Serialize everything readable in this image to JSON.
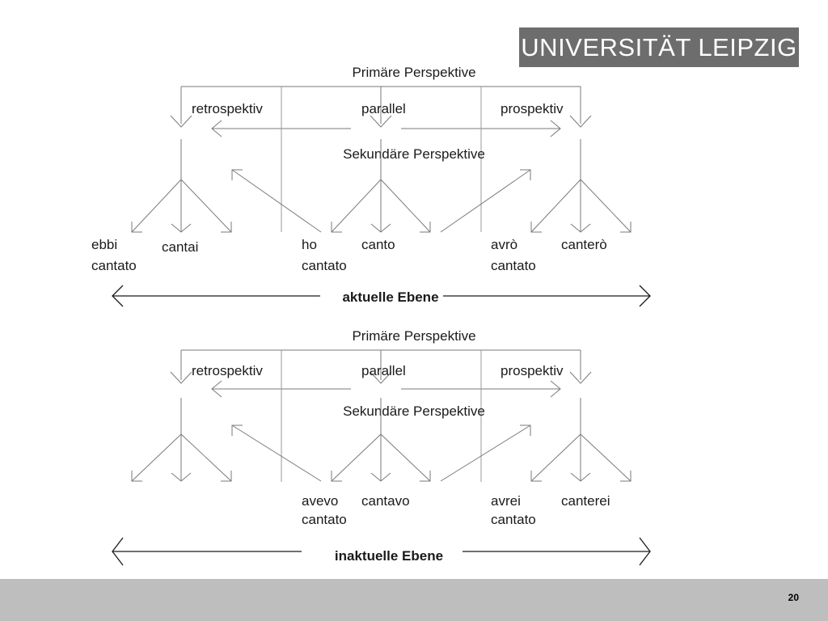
{
  "logo": {
    "text": "UNIVERSITÄT LEIPZIG"
  },
  "diagrams": [
    {
      "primary_label": "Primäre Perspektive",
      "secondary_label": "Sekundäre Perspektive",
      "perspectives": [
        "retrospektiv",
        "parallel",
        "prospektiv"
      ],
      "forms": [
        {
          "line1": "ebbi",
          "line2": "cantato"
        },
        {
          "line1": "cantai",
          "line2": ""
        },
        {
          "line1": "ho",
          "line2": "cantato"
        },
        {
          "line1": "canto",
          "line2": ""
        },
        {
          "line1": "avrò",
          "line2": "cantato"
        },
        {
          "line1": "canterò",
          "line2": ""
        }
      ],
      "level_label": "aktuelle Ebene"
    },
    {
      "primary_label": "Primäre Perspektive",
      "secondary_label": "Sekundäre Perspektive",
      "perspectives": [
        "retrospektiv",
        "parallel",
        "prospektiv"
      ],
      "forms": [
        {
          "line1": "avevo",
          "line2": "cantato"
        },
        {
          "line1": "cantavo",
          "line2": ""
        },
        {
          "line1": "avrei",
          "line2": "cantato"
        },
        {
          "line1": "canterei",
          "line2": ""
        }
      ],
      "level_label": "inaktuelle Ebene"
    }
  ],
  "footer": {
    "page_number": "20"
  }
}
